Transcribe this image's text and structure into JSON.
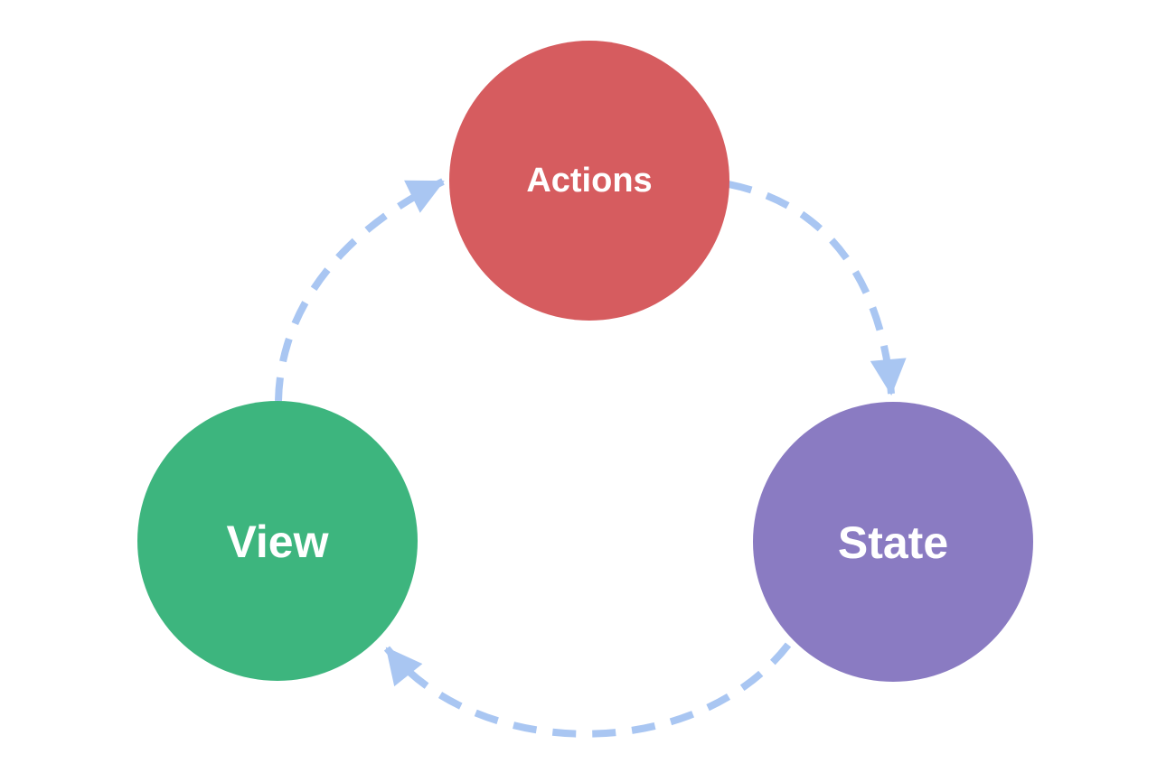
{
  "diagram": {
    "type": "cycle-flow-diagram",
    "background": "#ffffff",
    "arrow_color": "#a9c6f2",
    "text_color": "#ffffff",
    "nodes": [
      {
        "id": "actions",
        "label": "Actions",
        "color": "#d65c5f",
        "position": "top-center"
      },
      {
        "id": "state",
        "label": "State",
        "color": "#8a7bc2",
        "position": "bottom-right"
      },
      {
        "id": "view",
        "label": "View",
        "color": "#3db57e",
        "position": "bottom-left"
      }
    ],
    "edges": [
      {
        "from": "Actions",
        "to": "State"
      },
      {
        "from": "State",
        "to": "View"
      },
      {
        "from": "View",
        "to": "Actions"
      }
    ]
  }
}
